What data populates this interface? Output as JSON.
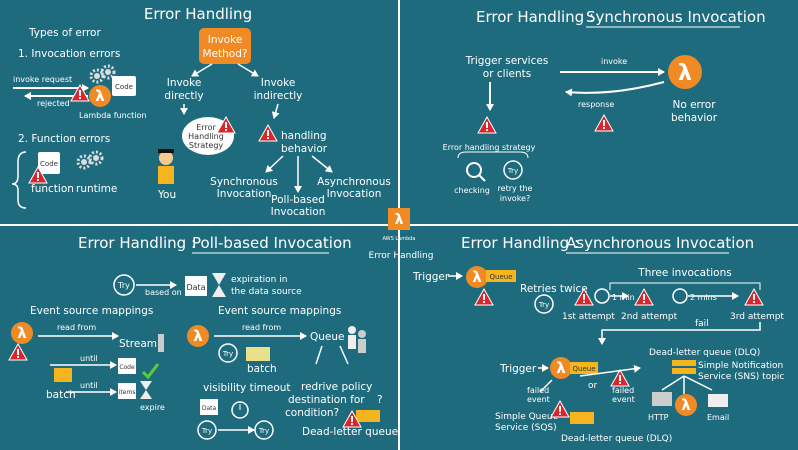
{
  "colors": {
    "background": "#1f6b7e",
    "divider": "#ffffff",
    "lambda": "#f08a24",
    "warning": "#d9262c",
    "queue": "#f6b51e",
    "invoke_box": "#f08a24"
  },
  "center": {
    "label": "Error Handling",
    "badge": "AWS Lambda"
  },
  "tl": {
    "title": "Error Handling",
    "types_heading": "Types of error",
    "invocation_errors": "1. Invocation errors",
    "invoke_request": "invoke request",
    "rejected": "rejected",
    "code": "Code",
    "lambda_function": "Lambda function",
    "function_errors": "2. Function errors",
    "function": "function",
    "runtime": "runtime",
    "invoke_method_1": "Invoke",
    "invoke_method_2": "Method?",
    "invoke_directly_1": "Invoke",
    "invoke_directly_2": "directly",
    "invoke_indirectly_1": "Invoke",
    "invoke_indirectly_2": "indirectly",
    "strategy_1": "Error",
    "strategy_2": "Handling",
    "strategy_3": "Strategy",
    "you": "You",
    "handling_1": "handling",
    "handling_2": "behavior",
    "sync_1": "Synchronous",
    "sync_2": "Invocation",
    "poll_1": "Poll-based",
    "poll_2": "Invocation",
    "async_1": "Asynchronous",
    "async_2": "Invocation"
  },
  "tr": {
    "title_a": "Error Handling :",
    "title_b": "Synchronous Invocation",
    "trigger_1": "Trigger services",
    "trigger_2": "or clients",
    "invoke": "invoke",
    "response": "response",
    "no_error_1": "No error",
    "no_error_2": "behavior",
    "strategy": "Error handling strategy",
    "checking": "checking",
    "retry_1": "retry the",
    "retry_2": "invoke?",
    "try": "Try"
  },
  "bl": {
    "title_a": "Error Handling :",
    "title_b": "Poll-based Invocation",
    "try": "Try",
    "based_on": "based on",
    "data": "Data",
    "expiration_1": "expiration in",
    "expiration_2": "the data source",
    "esm_left": "Event source mappings",
    "esm_right": "Event source mappings",
    "read_from_left": "read from",
    "read_from_right": "read from",
    "stream": "Stream",
    "until_1": "until",
    "until_2": "until",
    "code": "Code",
    "items": "items",
    "expire": "expire",
    "batch_left": "batch",
    "batch_right": "batch",
    "queue": "Queue",
    "visibility_timeout": "visibility timeout",
    "redrive_1": "redrive policy",
    "redrive_2": "destination for",
    "condition": "condition?",
    "q": "?",
    "dlq": "Dead-letter queue"
  },
  "br": {
    "title_a": "Error Handling :",
    "title_b": "Asynchronous Invocation",
    "trigger_top": "Trigger",
    "queue_top": "Queue",
    "retries": "Retries twice",
    "three": "Three invocations",
    "one_min": "1 min",
    "two_mins": "2 mins",
    "first": "1st attempt",
    "second": "2nd attempt",
    "third": "3rd attempt",
    "fail": "fail",
    "try": "Try",
    "trigger_bottom": "Trigger",
    "queue_bottom": "Queue",
    "or": "or",
    "failed_1a": "failed",
    "failed_1b": "event",
    "failed_2a": "failed",
    "failed_2b": "event",
    "sqs_1": "Simple Queue",
    "sqs_2": "Service  (SQS)",
    "dlq_bottom": "Dead-letter queue (DLQ)",
    "dlq_top": "Dead-letter queue (DLQ)",
    "sns_1": "Simple Notification",
    "sns_2": "Service (SNS) topic",
    "http": "HTTP",
    "email": "Email"
  }
}
